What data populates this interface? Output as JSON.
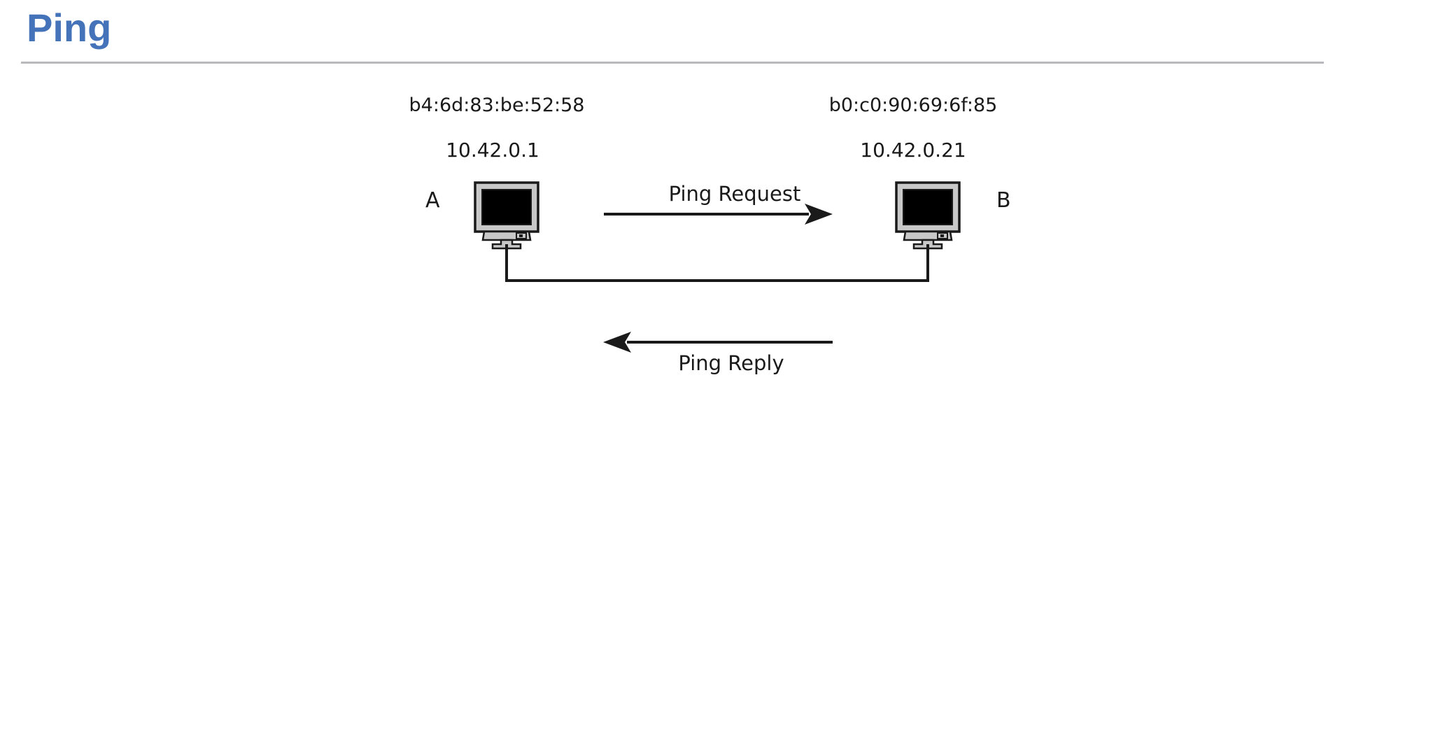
{
  "page": {
    "title": "Ping"
  },
  "diagram": {
    "node_a": {
      "label": "A",
      "mac": "b4:6d:83:be:52:58",
      "ip": "10.42.0.1"
    },
    "node_b": {
      "label": "B",
      "mac": "b0:c0:90:69:6f:85",
      "ip": "10.42.0.21"
    },
    "request_label": "Ping Request",
    "reply_label": "Ping Reply"
  },
  "colors": {
    "heading_accent": "#4573b9",
    "rule_gray": "#b9b9bd",
    "line_black": "#1a1a1a",
    "monitor_body_gray": "#c8c8c8",
    "screen_black": "#000000"
  }
}
